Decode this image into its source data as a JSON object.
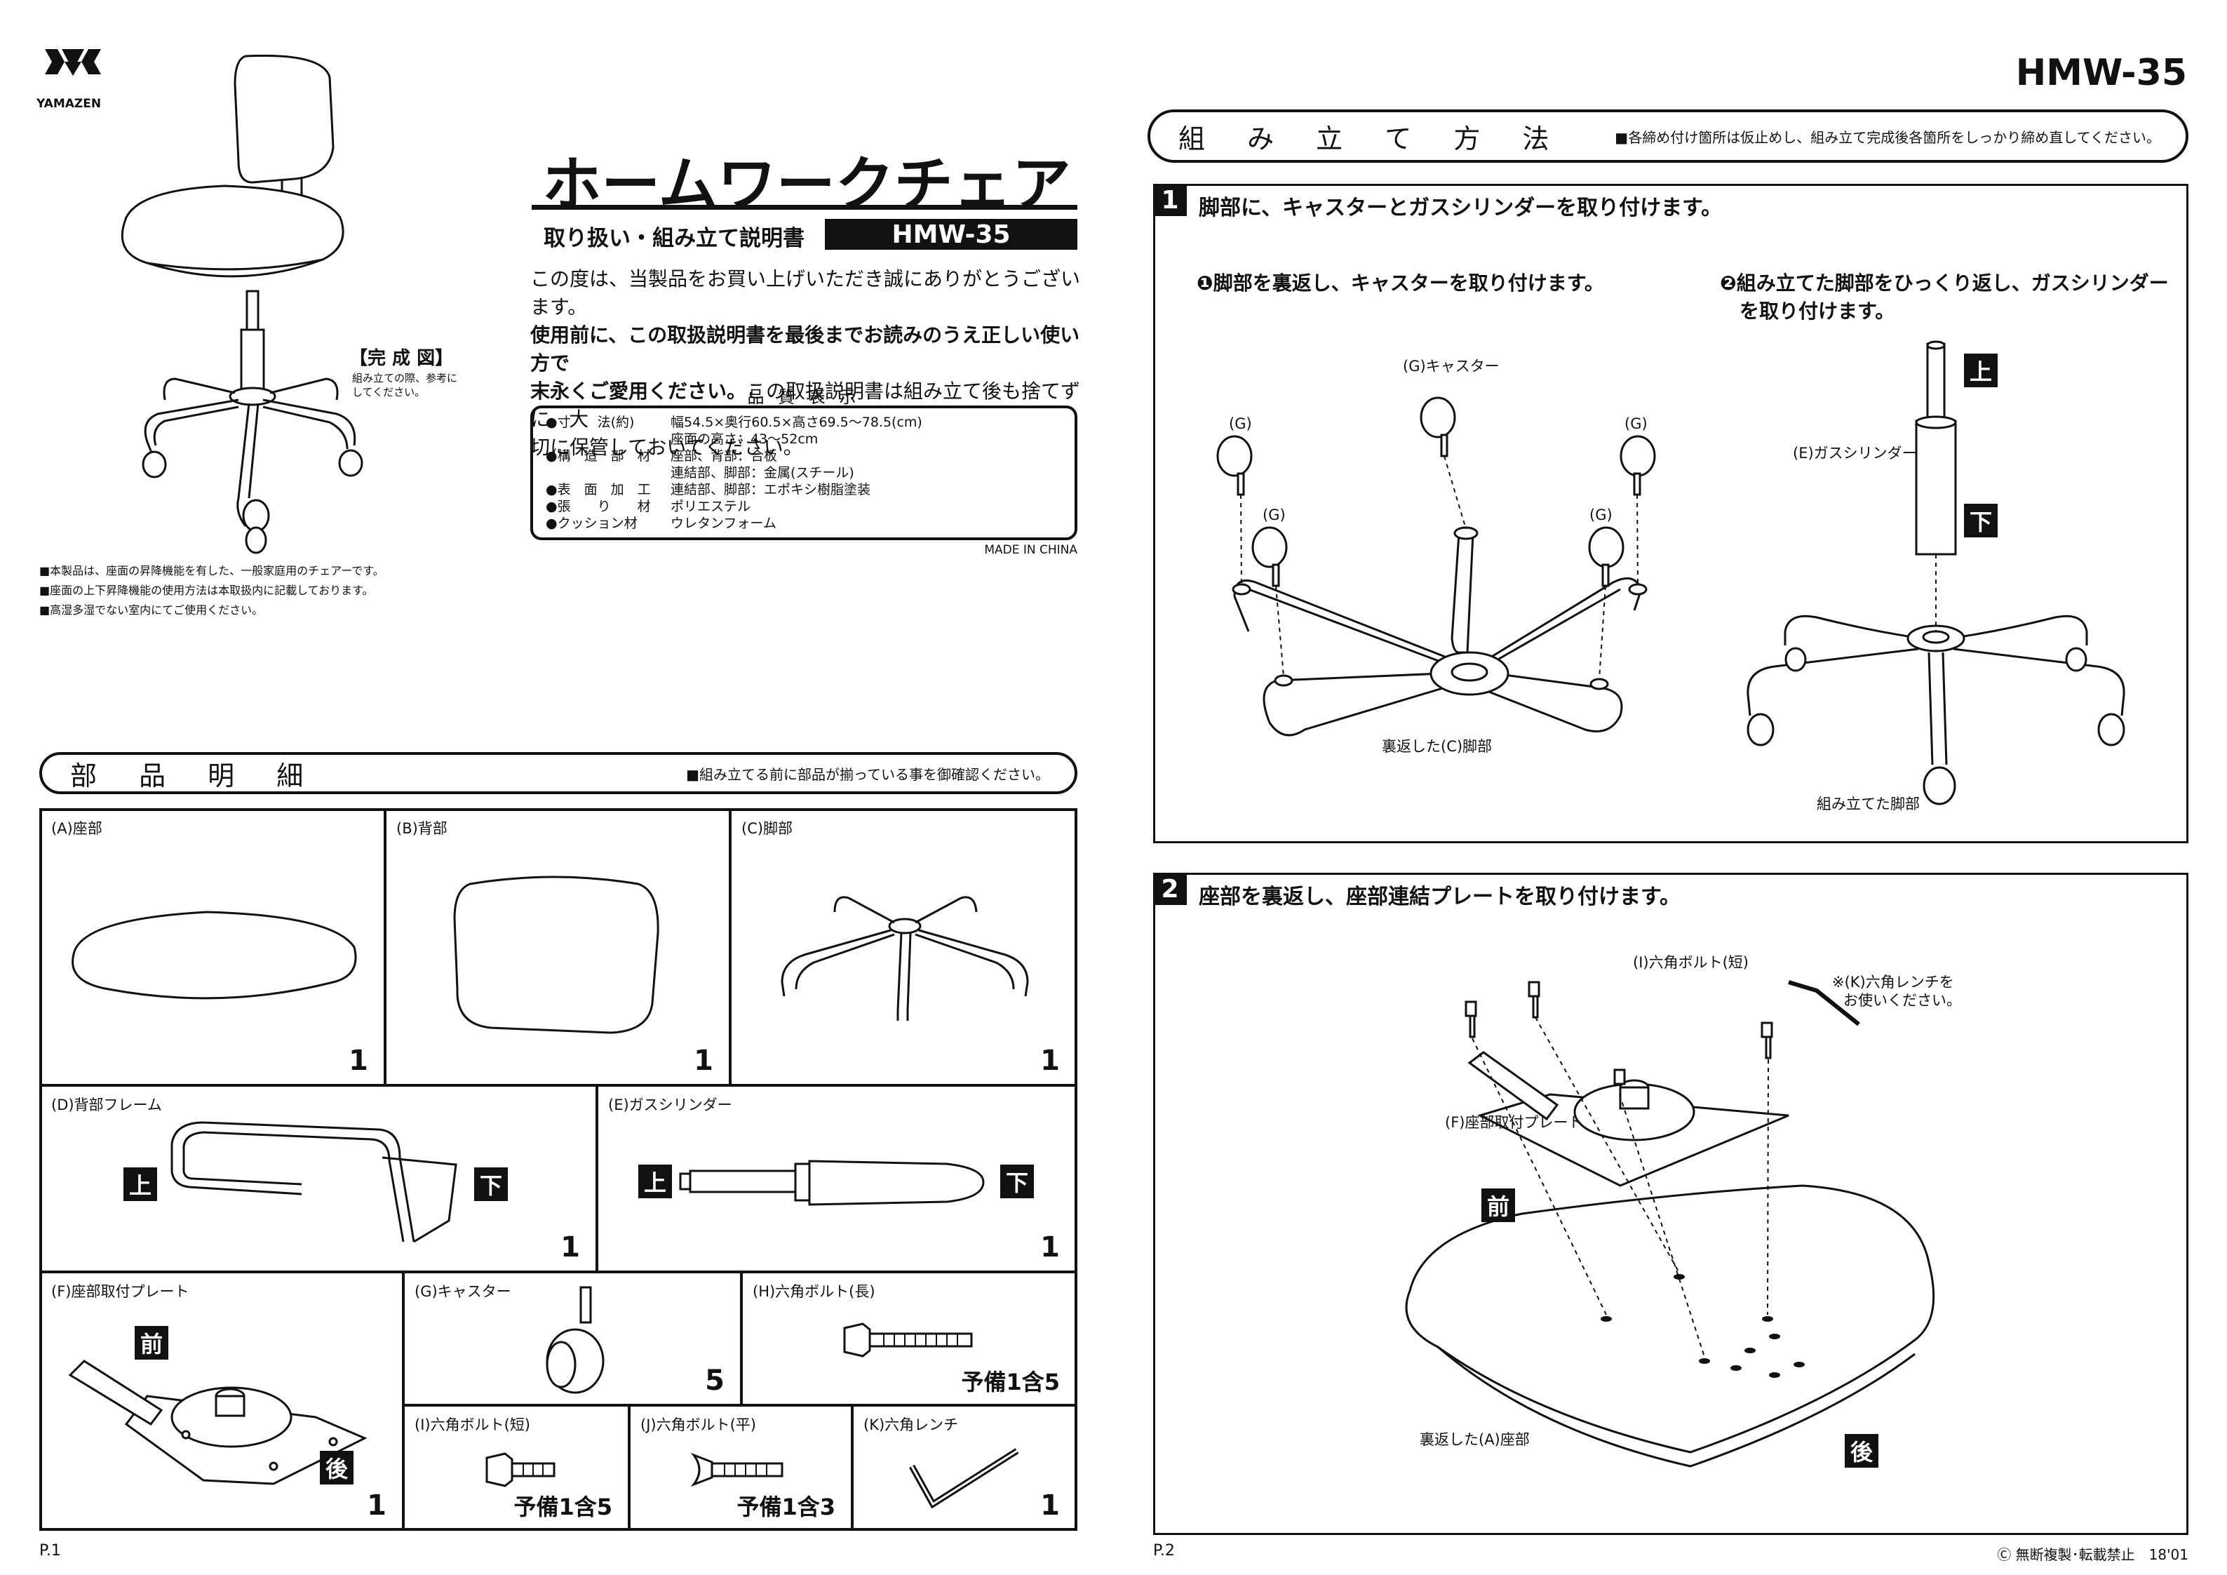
{
  "brand": {
    "name": "YAMAZEN"
  },
  "product": {
    "title": "ホームワークチェア",
    "subtitle": "取り扱い・組み立て説明書",
    "model": "HMW-35",
    "intro": [
      {
        "text": "この度は、当製品をお買い上げいただき誠にありがとうございます。",
        "bold": false
      },
      {
        "text": "使用前に、この取扱説明書を最後までお読みのうえ正しい使い方で",
        "bold": true
      },
      {
        "text": "末永くご愛用ください。",
        "bold": true,
        "tail": "この取扱説明書は組み立て後も捨てずに、大"
      },
      {
        "text": "切に保管しておいてください。",
        "bold": false
      }
    ],
    "completed": {
      "title": "【完 成 図】",
      "note_line1": "組み立ての際、参考に",
      "note_line2": "してください。"
    },
    "notes": [
      "■本製品は、座面の昇降機能を有した、一般家庭用のチェアーです。",
      "■座面の上下昇降機能の使用方法は本取扱内に記載しております。",
      "■高湿多湿でない室内にてご使用ください。"
    ]
  },
  "quality": {
    "title": "品 質 表 示",
    "rows": [
      {
        "label": "●寸　　法(約)",
        "value": "幅54.5×奥行60.5×高さ69.5～78.5(cm)"
      },
      {
        "label": "",
        "value": "座面の高さ：43～52cm"
      },
      {
        "label": "●構　造　部　材",
        "value": "座部、背部：合板"
      },
      {
        "label": "",
        "value": "連結部、脚部：金属(スチール)"
      },
      {
        "label": "●表　面　加　工",
        "value": "連結部、脚部：エポキシ樹脂塗装"
      },
      {
        "label": "●張　　り　　材",
        "value": "ポリエステル"
      },
      {
        "label": "●クッション材",
        "value": "ウレタンフォーム"
      }
    ],
    "origin": "MADE IN CHINA"
  },
  "parts": {
    "header": "部 品 明 細",
    "note": "■組み立てる前に部品が揃っている事を御確認ください。",
    "items": {
      "A": {
        "label": "(A)座部",
        "qty": "1"
      },
      "B": {
        "label": "(B)背部",
        "qty": "1"
      },
      "C": {
        "label": "(C)脚部",
        "qty": "1"
      },
      "D": {
        "label": "(D)背部フレーム",
        "qty": "1"
      },
      "E": {
        "label": "(E)ガスシリンダー",
        "qty": "1"
      },
      "F": {
        "label": "(F)座部取付プレート",
        "qty": "1"
      },
      "G": {
        "label": "(G)キャスター",
        "qty": "5"
      },
      "H": {
        "label": "(H)六角ボルト(長)",
        "qty": "予備1含5"
      },
      "I": {
        "label": "(I)六角ボルト(短)",
        "qty": "予備1含5"
      },
      "J": {
        "label": "(J)六角ボルト(平)",
        "qty": "予備1含3"
      },
      "K": {
        "label": "(K)六角レンチ",
        "qty": "1"
      }
    }
  },
  "tags": {
    "up": "上",
    "down": "下",
    "front": "前",
    "back": "後"
  },
  "assembly": {
    "header": "組 み 立 て 方 法",
    "note": "■各締め付け箇所は仮止めし、組み立て完成後各箇所をしっかり締め直してください。",
    "step1": {
      "num": "1",
      "title": "脚部に、キャスターとガスシリンダーを取り付けます。",
      "sub1": "❶脚部を裏返し、キャスターを取り付けます。",
      "sub2_line1": "❷組み立てた脚部をひっくり返し、ガスシリンダー",
      "sub2_line2": "を取り付けます。",
      "caster_label": "(G)キャスター",
      "g_label": "(G)",
      "base_caption": "裏返した(C)脚部",
      "cylinder_label": "(E)ガスシリンダー",
      "assembled_caption": "組み立てた脚部"
    },
    "step2": {
      "num": "2",
      "title": "座部を裏返し、座部連結プレートを取り付けます。",
      "bolt_label": "(I)六角ボルト(短)",
      "wrench_line1": "※(K)六角レンチを",
      "wrench_line2": "お使いください。",
      "plate_label": "(F)座部取付プレート",
      "seat_caption": "裏返した(A)座部"
    }
  },
  "footer": {
    "page1": "P.1",
    "page2": "P.2",
    "copyright": "Ⓒ 無断複製･転載禁止　18'01"
  }
}
